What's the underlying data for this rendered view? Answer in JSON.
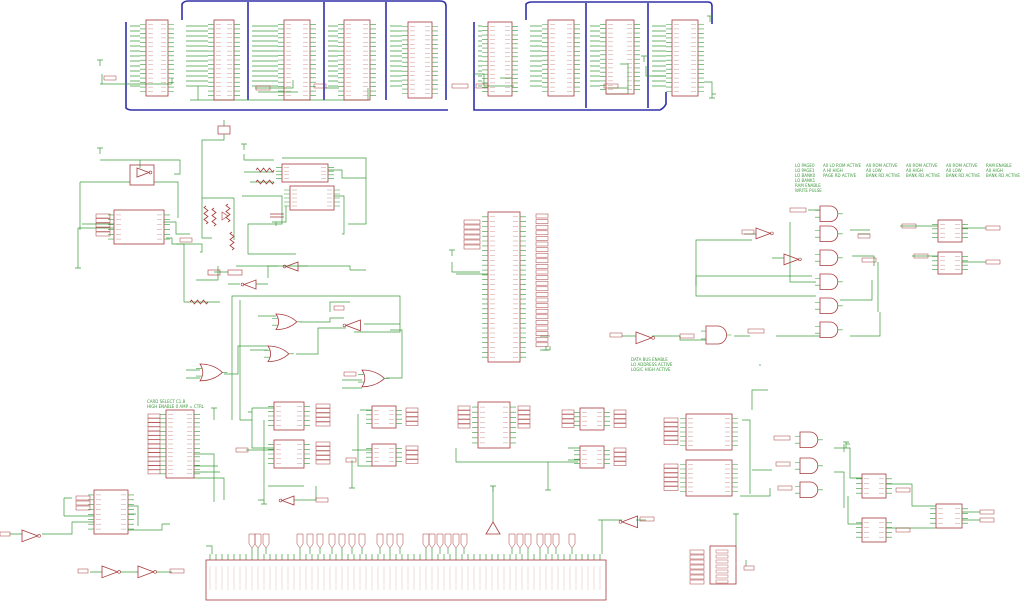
{
  "colors": {
    "background": "#ffffff",
    "wire": "#3c9a3c",
    "component": "#a83a3a",
    "bus": "#3030a8",
    "label": "#3c9a3c"
  },
  "annotations": {
    "card_select_note": "CARD SELECT C1.8\nHIGH ENABLE 0 AMP = CTRL",
    "data_bus_note": "DATA BUS ENABLE\nLO ADDRESS ACTIVE\nLOGIC HIGH ACTIVE",
    "decode_notes": [
      "LO PAGE0\nLO PAGE1\nLO BANK0\nLO BANK1\nRAM ENABLE\nWRITE PULSE",
      "A0 LO ROM ACTIVE\nA HI HIGH\nPAGE RD ACTIVE",
      "A0 ROM ACTIVE\nA0 LOW\nBANK RD ACTIVE",
      "A0 ROM ACTIVE\nA0 HIGH\nBANK RD ACTIVE",
      "A0 ROM ACTIVE\nA0 LOW\nBANK RD ACTIVE",
      "RAM ENABLE\nA0 HIGH\nBANK RD ACTIVE"
    ]
  }
}
